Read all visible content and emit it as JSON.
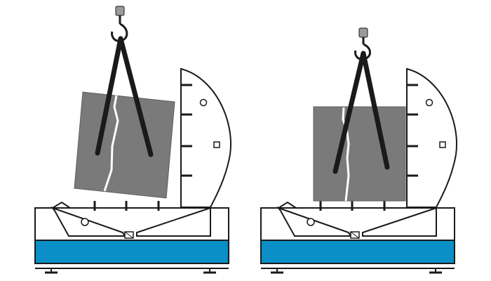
{
  "colors": {
    "background": "#ffffff",
    "outline": "#1a1a1a",
    "specimen_fill": "#7a7a7a",
    "sling": "#1a1a1a",
    "base_stripe": "#0a8fc6",
    "hook_metal": "#9a9a9a"
  },
  "panels": [
    {
      "id": "left",
      "specimen_state": "tilted"
    },
    {
      "id": "right",
      "specimen_state": "upright"
    }
  ],
  "icons": [
    "hook-icon",
    "sling-icon",
    "specimen-block",
    "protractor-frame",
    "base-table"
  ]
}
